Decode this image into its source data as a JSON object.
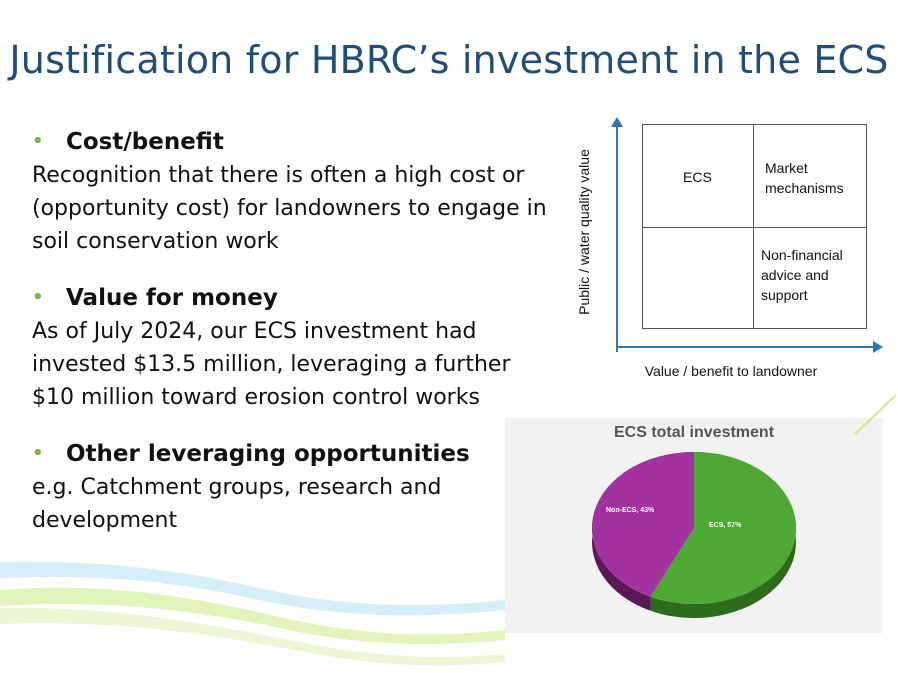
{
  "slide": {
    "title": "Justification for HBRC’s investment in the ECS",
    "bullets": [
      {
        "heading": "Cost/benefit",
        "body": "Recognition that there is often a high cost or (opportunity cost) for landowners to engage in soil conservation work"
      },
      {
        "heading": "Value for money",
        "body": "As of July 2024, our ECS investment had invested $13.5 million, leveraging a further $10 million toward erosion control works"
      },
      {
        "heading": "Other leveraging opportunities",
        "body": "e.g. Catchment groups, research and development"
      }
    ]
  },
  "matrix": {
    "y_label": "Public / water quality value",
    "x_label": "Value / benefit to landowner",
    "quadrants": {
      "top_left": "ECS",
      "top_right": "Market\nmechanisms",
      "bottom_right": "Non-financial\nadvice and\nsupport",
      "bottom_left": ""
    },
    "axis_color": "#2e75b6"
  },
  "chart_data": {
    "type": "pie",
    "title": "ECS total investment",
    "categories": [
      "ECS",
      "Non-ECS"
    ],
    "values": [
      57,
      43
    ],
    "labels": [
      "ECS, 57%",
      "Non-ECS, 43%"
    ],
    "colors": [
      "#4fa833",
      "#a2329f"
    ]
  }
}
